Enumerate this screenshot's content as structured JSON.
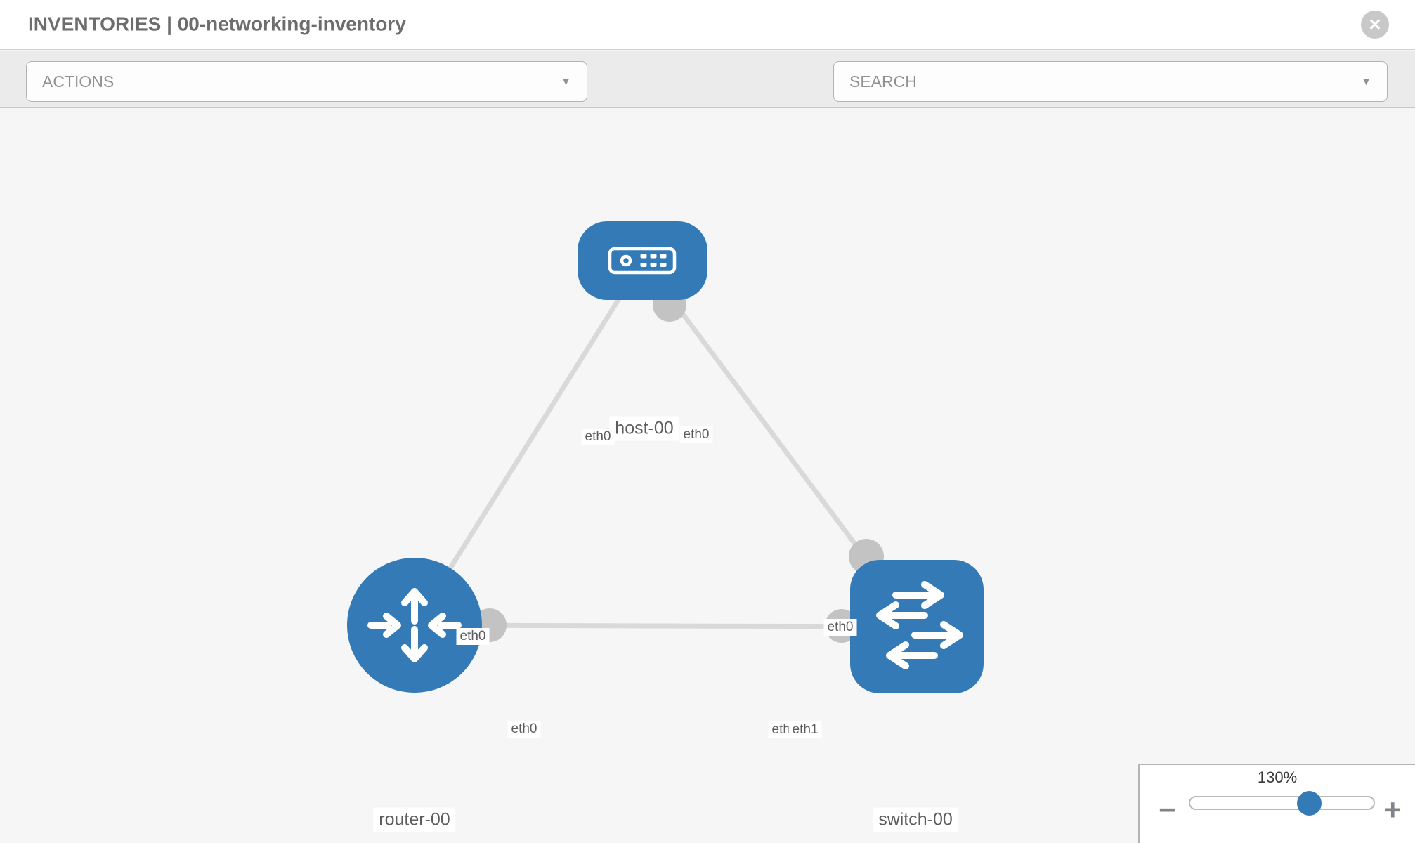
{
  "header": {
    "title": "INVENTORIES | 00-networking-inventory"
  },
  "toolbar": {
    "actions_placeholder": "ACTIONS",
    "search_placeholder": "SEARCH"
  },
  "icons": {
    "close": "✕",
    "caret": "▼",
    "minus": "−",
    "plus": "+",
    "wrench": "wrench-icon",
    "key": "key-icon"
  },
  "topology": {
    "nodes": [
      {
        "label": "host-00",
        "type": "host"
      },
      {
        "label": "router-00",
        "type": "router"
      },
      {
        "label": "switch-00",
        "type": "switch"
      }
    ],
    "interfaces": {
      "host_to_router": "eth0",
      "host_to_switch": "eth0",
      "router_to_host": "eth0",
      "router_to_switch": "eth0",
      "switch_to_host": "eth0",
      "switch_to_router_under": "eth0",
      "switch_to_router": "eth1"
    },
    "colors": {
      "node_fill": "#337ab7",
      "link": "#d9d9d9",
      "connector": "#c3c3c3"
    }
  },
  "zoom_control": {
    "level": "130%"
  }
}
